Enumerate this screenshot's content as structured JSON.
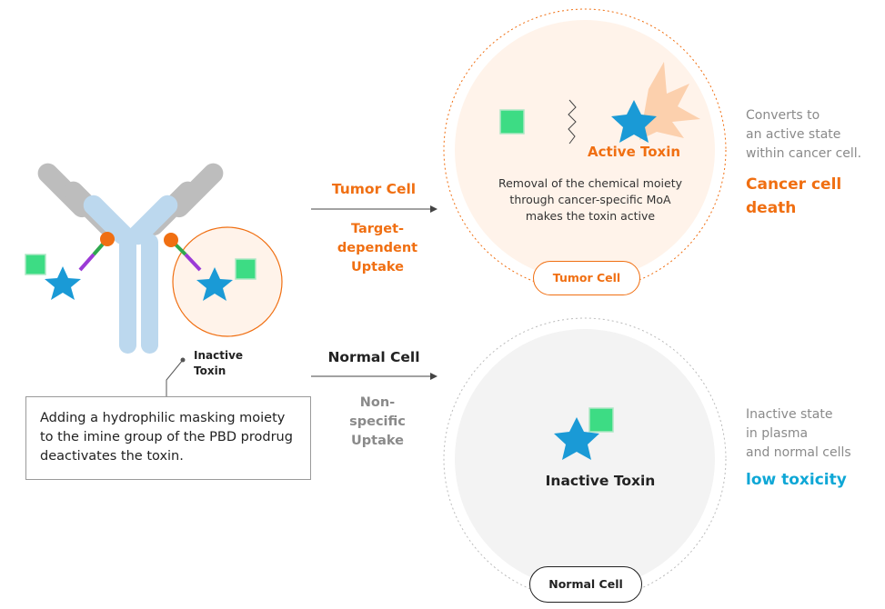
{
  "colors": {
    "orange": "#f06f12",
    "blue_text": "#0ea7d6",
    "toxin_star": "#1a9ad6",
    "mask_square": "#3ddc84",
    "antibody_blue": "#bcd8ee",
    "antibody_grey": "#bdbdbd",
    "grey_text": "#8a8a8a"
  },
  "antibody": {
    "inactive_toxin_label": "Inactive\nToxin"
  },
  "note": {
    "text": "Adding a hydrophilic masking moiety to the imine group of the PBD prodrug deactivates the toxin."
  },
  "tumor_path": {
    "arrow_label": "Tumor Cell",
    "uptake_label": "Target-\ndependent\nUptake",
    "active_toxin_label": "Active Toxin",
    "mechanism_text": "Removal of the chemical moiety through cancer-specific MoA makes the toxin active",
    "cell_label": "Tumor Cell",
    "side_description": "Converts to\nan active state\nwithin cancer cell.",
    "side_outcome": "Cancer cell\ndeath"
  },
  "normal_path": {
    "arrow_label": "Normal Cell",
    "uptake_label": "Non-\nspecific\nUptake",
    "toxin_label": "Inactive Toxin",
    "cell_label": "Normal Cell",
    "side_description": "Inactive state\nin plasma\nand normal cells",
    "side_outcome": "low toxicity"
  }
}
